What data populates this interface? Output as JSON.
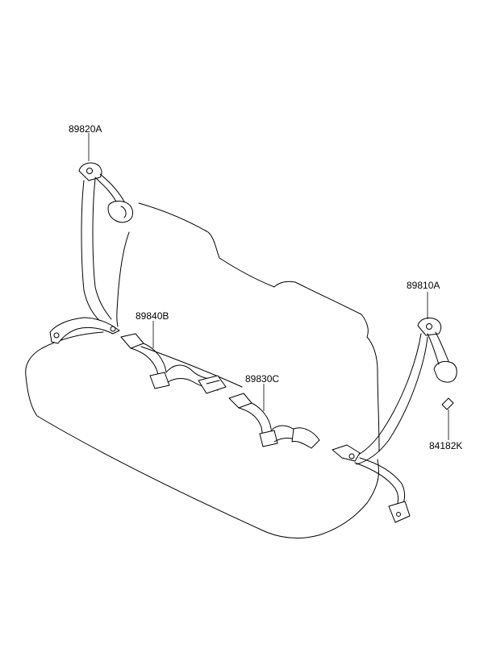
{
  "labels": {
    "belt_rear_left": "89820A",
    "belt_rear_right": "89810A",
    "buckle_left": "89840B",
    "buckle_center": "89830C",
    "bushing": "84182K"
  }
}
